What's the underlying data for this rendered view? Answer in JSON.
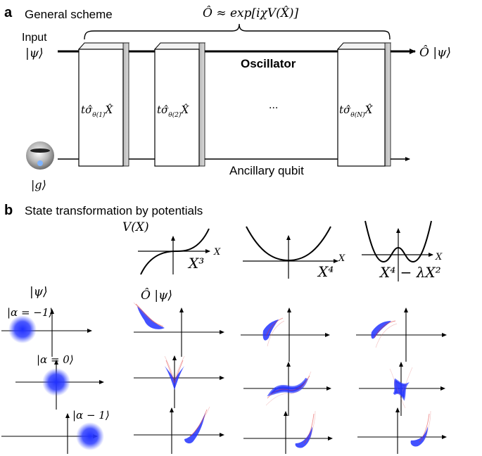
{
  "panel_a": {
    "label": "a",
    "title": "General scheme",
    "operator_formula": "Ô ≈ exp[iχV(X̂)]",
    "input_label": "Input",
    "input_state": "|ψ⟩",
    "output_state": "Ô |ψ⟩",
    "oscillator_label": "Oscillator",
    "ancilla_label": "Ancillary qubit",
    "ground_state": "|g⟩",
    "gates": [
      {
        "main": "tσ̂",
        "sub": "θ(1)",
        "tail": "X̂"
      },
      {
        "main": "tσ̂",
        "sub": "θ(2)",
        "tail": "X̂"
      },
      {
        "main": "tσ̂",
        "sub": "θ(N)",
        "tail": "X̂"
      }
    ],
    "ellipsis": "···"
  },
  "panel_b": {
    "label": "b",
    "title": "State transformation by potentials",
    "potential_axis_label": "V(X)",
    "potentials": [
      {
        "x_axis": "X",
        "formula": "X³"
      },
      {
        "x_axis": "X",
        "formula": "X⁴"
      },
      {
        "x_axis": "X",
        "formula": "X⁴ − λX²"
      }
    ],
    "col_headers": {
      "input": "|ψ⟩",
      "output": "Ô |ψ⟩"
    },
    "rows": [
      {
        "state_label": "|α = −1⟩"
      },
      {
        "state_label": "|α = 0⟩"
      },
      {
        "state_label": "|α − 1⟩"
      }
    ]
  },
  "colors": {
    "blob": "#1d2df5",
    "fringe": "#e03030",
    "box_side": "#c8c8c8"
  }
}
